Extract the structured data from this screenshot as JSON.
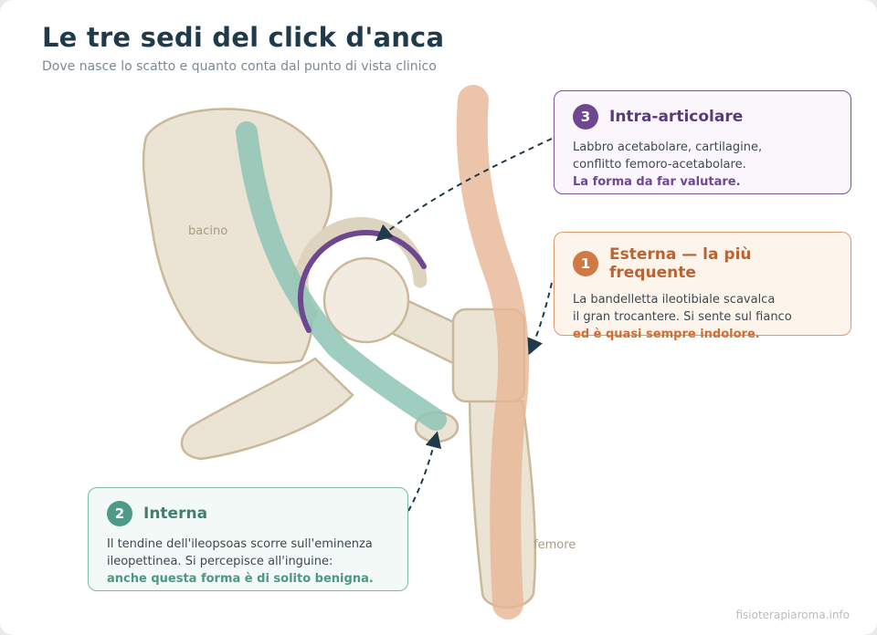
{
  "header": {
    "title": "Le tre sedi del click d'anca",
    "subtitle": "Dove nasce lo scatto e quanto conta dal punto di vista clinico"
  },
  "diagram": {
    "label_pelvis": "bacino",
    "label_femur": "femore"
  },
  "cards": {
    "intra": {
      "number": "3",
      "title": "Intra-articolare",
      "lines": [
        "Labbro acetabolare, cartilagine,",
        "conflitto femoro-acetabolare."
      ],
      "emphasis": "La forma da far valutare."
    },
    "external": {
      "number": "1",
      "title": "Esterna — la più frequente",
      "lines": [
        "La bandelletta ileotibiale scavalca",
        "il gran trocantere. Si sente sul fianco"
      ],
      "emphasis": "ed è quasi sempre indolore."
    },
    "internal": {
      "number": "2",
      "title": "Interna",
      "lines": [
        "Il tendine dell'ileopsoas scorre sull'eminenza",
        "ileopettinea. Si percepisce all'inguine:"
      ],
      "emphasis": "anche questa forma è di solito benigna."
    }
  },
  "footer": {
    "credit": "fisioterapiaroma.info"
  },
  "colors": {
    "bone_fill": "#ebe3d3",
    "bone_stroke": "#c9b99a",
    "iliotibial_band": "#e8b797",
    "iliopsoas_tendon": "#8ec4b5",
    "labrum": "#6d4790",
    "title": "#1f3a4b"
  }
}
